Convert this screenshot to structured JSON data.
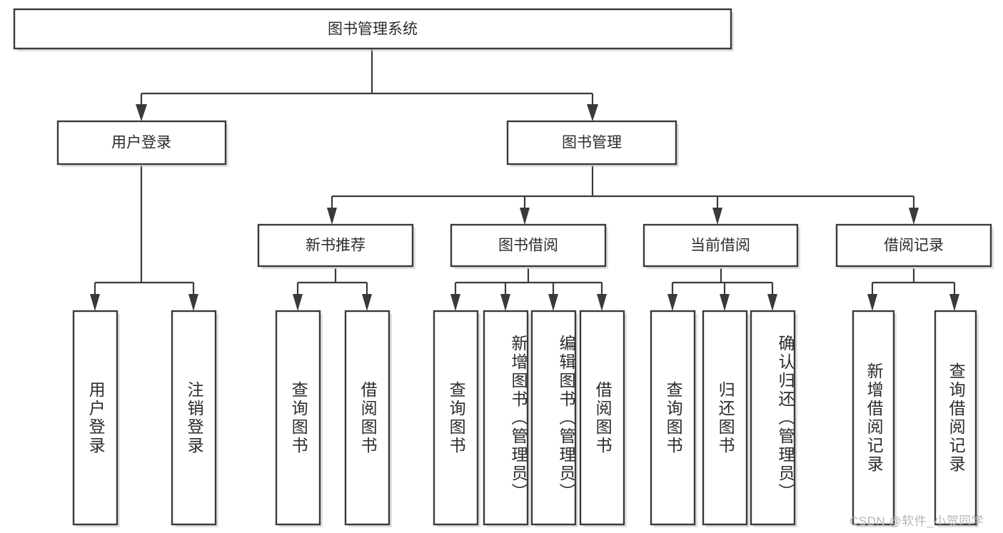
{
  "diagram": {
    "type": "tree-hierarchy",
    "title": "图书管理系统",
    "orientation": "top-down",
    "root": {
      "id": "root",
      "label": "图书管理系统",
      "text_direction": "horizontal"
    },
    "level2": [
      {
        "id": "user-login",
        "label": "用户登录",
        "text_direction": "horizontal"
      },
      {
        "id": "book-manage",
        "label": "图书管理",
        "text_direction": "horizontal"
      }
    ],
    "level3": [
      {
        "id": "new-book-rec",
        "label": "新书推荐",
        "text_direction": "horizontal",
        "parent": "book-manage"
      },
      {
        "id": "book-borrow",
        "label": "图书借阅",
        "text_direction": "horizontal",
        "parent": "book-manage"
      },
      {
        "id": "current-borrow",
        "label": "当前借阅",
        "text_direction": "horizontal",
        "parent": "book-manage"
      },
      {
        "id": "borrow-record",
        "label": "借阅记录",
        "text_direction": "horizontal",
        "parent": "book-manage"
      }
    ],
    "leaves": [
      {
        "id": "leaf-user-login",
        "label": "用户登录",
        "parent": "user-login",
        "text_direction": "vertical"
      },
      {
        "id": "leaf-user-logout",
        "label": "注销登录",
        "parent": "user-login",
        "text_direction": "vertical"
      },
      {
        "id": "leaf-query-book-1",
        "label": "查询图书",
        "parent": "new-book-rec",
        "text_direction": "vertical"
      },
      {
        "id": "leaf-borrow-book-1",
        "label": "借阅图书",
        "parent": "new-book-rec",
        "text_direction": "vertical"
      },
      {
        "id": "leaf-query-book-2",
        "label": "查询图书",
        "parent": "book-borrow",
        "text_direction": "vertical"
      },
      {
        "id": "leaf-add-book",
        "label": "新增图书（管理员）",
        "parent": "book-borrow",
        "text_direction": "vertical"
      },
      {
        "id": "leaf-edit-book",
        "label": "编辑图书（管理员）",
        "parent": "book-borrow",
        "text_direction": "vertical"
      },
      {
        "id": "leaf-borrow-book-2",
        "label": "借阅图书",
        "parent": "book-borrow",
        "text_direction": "vertical"
      },
      {
        "id": "leaf-query-book-3",
        "label": "查询图书",
        "parent": "current-borrow",
        "text_direction": "vertical"
      },
      {
        "id": "leaf-return-book",
        "label": "归还图书",
        "parent": "current-borrow",
        "text_direction": "vertical"
      },
      {
        "id": "leaf-confirm-return",
        "label": "确认归还（管理员）",
        "parent": "current-borrow",
        "text_direction": "vertical"
      },
      {
        "id": "leaf-add-record",
        "label": "新增借阅记录",
        "parent": "borrow-record",
        "text_direction": "vertical"
      },
      {
        "id": "leaf-query-record",
        "label": "查询借阅记录",
        "parent": "borrow-record",
        "text_direction": "vertical"
      }
    ]
  },
  "watermark": {
    "text": "CSDN @软件_小贺同学"
  },
  "colors": {
    "box_stroke": "#3a3a3a",
    "box_fill": "#ffffff",
    "text": "#2b2b2b",
    "connector": "#3a3a3a",
    "watermark": "#b6b6b6",
    "background": "#ffffff"
  }
}
